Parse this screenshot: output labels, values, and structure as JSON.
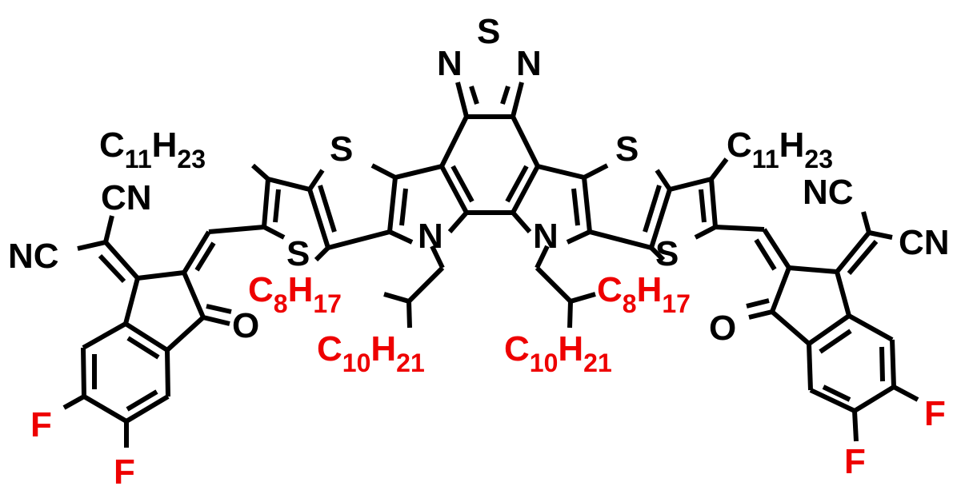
{
  "diagram": {
    "type": "chemical-structure",
    "description": "Y6-type fused-ring non-fullerene acceptor (benzothiadiazole core, dithienothiophen[3,2-b]pyrrolobenzothiadiazole) with difluoro-IC end groups",
    "colors": {
      "bond": "#000000",
      "heteroatom_label": "#000000",
      "substituent_highlight": "#ee0000"
    },
    "core": {
      "thiadiazole": {
        "S": "S",
        "N_left": "N",
        "N_right": "N"
      },
      "ring_sulfurs": {
        "inner_left": "S",
        "inner_right": "S",
        "outer_left": "S",
        "outer_right": "S"
      },
      "pyrrole_nitrogens": {
        "left": "N",
        "right": "N"
      }
    },
    "side_chains": {
      "beta_alkyl_left": {
        "C": "C",
        "c_count": "11",
        "H": "H",
        "h_count": "23"
      },
      "beta_alkyl_right": {
        "C": "C",
        "c_count": "11",
        "H": "H",
        "h_count": "23"
      },
      "n_branch_left_a": {
        "C": "C",
        "c_count": "8",
        "H": "H",
        "h_count": "17"
      },
      "n_branch_left_b": {
        "C": "C",
        "c_count": "10",
        "H": "H",
        "h_count": "21"
      },
      "n_branch_right_a": {
        "C": "C",
        "c_count": "8",
        "H": "H",
        "h_count": "17"
      },
      "n_branch_right_b": {
        "C": "C",
        "c_count": "10",
        "H": "H",
        "h_count": "21"
      }
    },
    "end_groups": {
      "left": {
        "cyano_top": "CN",
        "cyano_side": "NC",
        "carbonyl_O": "O",
        "fluoro_1": "F",
        "fluoro_2": "F"
      },
      "right": {
        "cyano_top": "NC",
        "cyano_side": "CN",
        "carbonyl_O": "O",
        "fluoro_1": "F",
        "fluoro_2": "F"
      }
    }
  }
}
